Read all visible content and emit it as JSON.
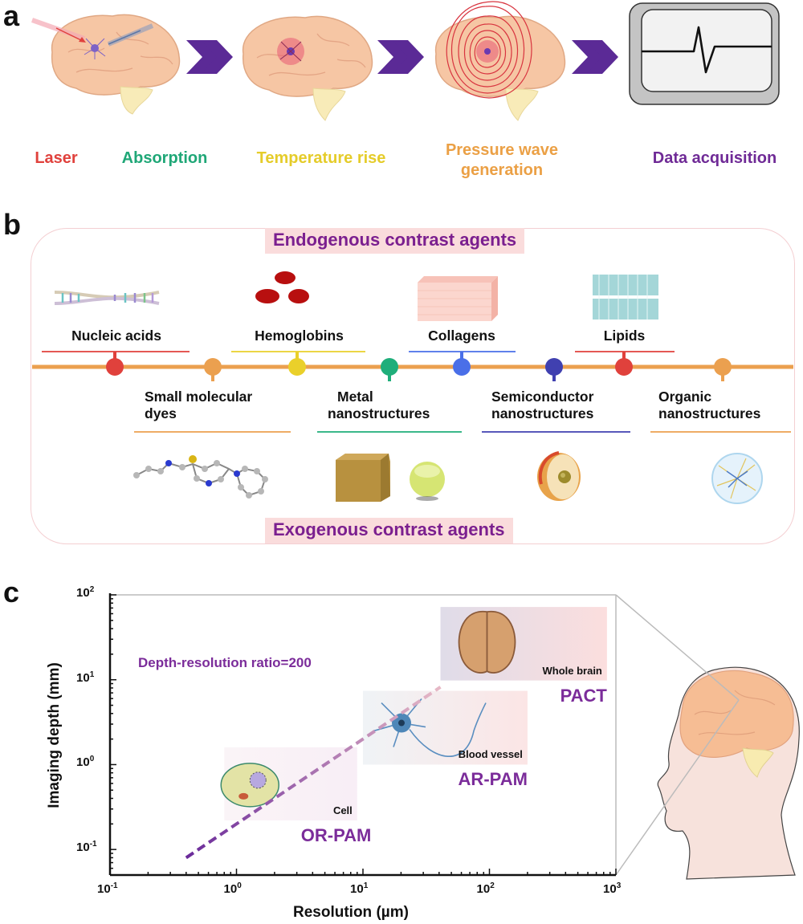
{
  "panel_a": {
    "letter": "a",
    "steps": [
      {
        "label": "Laser",
        "color": "#e0413c"
      },
      {
        "label": "Absorption",
        "color": "#1fa777"
      },
      {
        "label": "Temperature rise",
        "color": "#e5cc2a"
      },
      {
        "label": "Pressure wave",
        "label_line2": "generation",
        "color": "#eba045"
      },
      {
        "label": "Data acquisition",
        "color": "#6f2a96"
      }
    ],
    "arrow_color": "#5b2a96",
    "icons": [
      "brain-laser-icon",
      "brain-heating-icon",
      "brain-pressure-wave-icon",
      "monitor-signal-icon"
    ]
  },
  "panel_b": {
    "letter": "b",
    "endogenous_title": "Endogenous contrast agents",
    "exogenous_title": "Exogenous contrast agents",
    "timeline_color": "#eba04f",
    "endogenous": [
      {
        "label": "Nucleic acids",
        "color": "#e0413c",
        "icon": "dna-helix-icon"
      },
      {
        "label": "Hemoglobins",
        "color": "#ead02a",
        "icon": "red-blood-cells-icon"
      },
      {
        "label": "Collagens",
        "color": "#4a6fe8",
        "icon": "collagen-tissue-icon"
      },
      {
        "label": "Lipids",
        "color": "#e0413c",
        "icon": "lipid-bilayer-icon"
      }
    ],
    "exogenous": [
      {
        "label": "Small molecular",
        "label_line2": "dyes",
        "color": "#eba04f",
        "icon": "dye-molecule-icon"
      },
      {
        "label": "Metal",
        "label_line2": "nanostructures",
        "color": "#1fae7a",
        "icon": "metal-nanoparticles-icon"
      },
      {
        "label": "Semiconductor",
        "label_line2": "nanostructures",
        "color": "#4040b0",
        "icon": "quantum-dot-icon"
      },
      {
        "label": "Organic",
        "label_line2": "nanostructures",
        "color": "#eba04f",
        "icon": "micelle-icon"
      }
    ]
  },
  "panel_c": {
    "letter": "c",
    "annotation": "Depth-resolution ratio=200",
    "chart_data": {
      "type": "scatter",
      "title": "",
      "xlabel": "Resolution (µm)",
      "ylabel": "Imaging depth (mm)",
      "xscale": "log",
      "yscale": "log",
      "xlim": [
        0.1,
        1000
      ],
      "ylim": [
        0.05,
        100
      ],
      "x_ticks": [
        {
          "base": "10",
          "exp": "-1",
          "value": 0.1
        },
        {
          "base": "10",
          "exp": "0",
          "value": 1
        },
        {
          "base": "10",
          "exp": "1",
          "value": 10
        },
        {
          "base": "10",
          "exp": "2",
          "value": 100
        },
        {
          "base": "10",
          "exp": "3",
          "value": 1000
        }
      ],
      "y_ticks": [
        {
          "base": "10",
          "exp": "-1",
          "value": 0.1
        },
        {
          "base": "10",
          "exp": "0",
          "value": 1
        },
        {
          "base": "10",
          "exp": "1",
          "value": 10
        },
        {
          "base": "10",
          "exp": "2",
          "value": 100
        }
      ],
      "ratio_line": {
        "ratio_depth_to_resolution": 200,
        "x_range_um": [
          0.4,
          41
        ],
        "color_start": "#6a2a9a",
        "color_end": "#e7b9c6"
      },
      "regions": [
        {
          "name": "OR-PAM",
          "example": "Cell",
          "x_range_um": [
            0.8,
            9
          ],
          "y_range_mm": [
            0.22,
            1.6
          ],
          "icon": "cell-icon"
        },
        {
          "name": "AR-PAM",
          "example": "Blood vessel",
          "x_range_um": [
            10,
            200
          ],
          "y_range_mm": [
            1.0,
            7.4
          ],
          "icon": "neuron-icon"
        },
        {
          "name": "PACT",
          "example": "Whole brain",
          "x_range_um": [
            41,
            850
          ],
          "y_range_mm": [
            9.8,
            72
          ],
          "icon": "brain-top-view-icon"
        }
      ]
    },
    "side_icon": "human-head-brain-icon"
  }
}
